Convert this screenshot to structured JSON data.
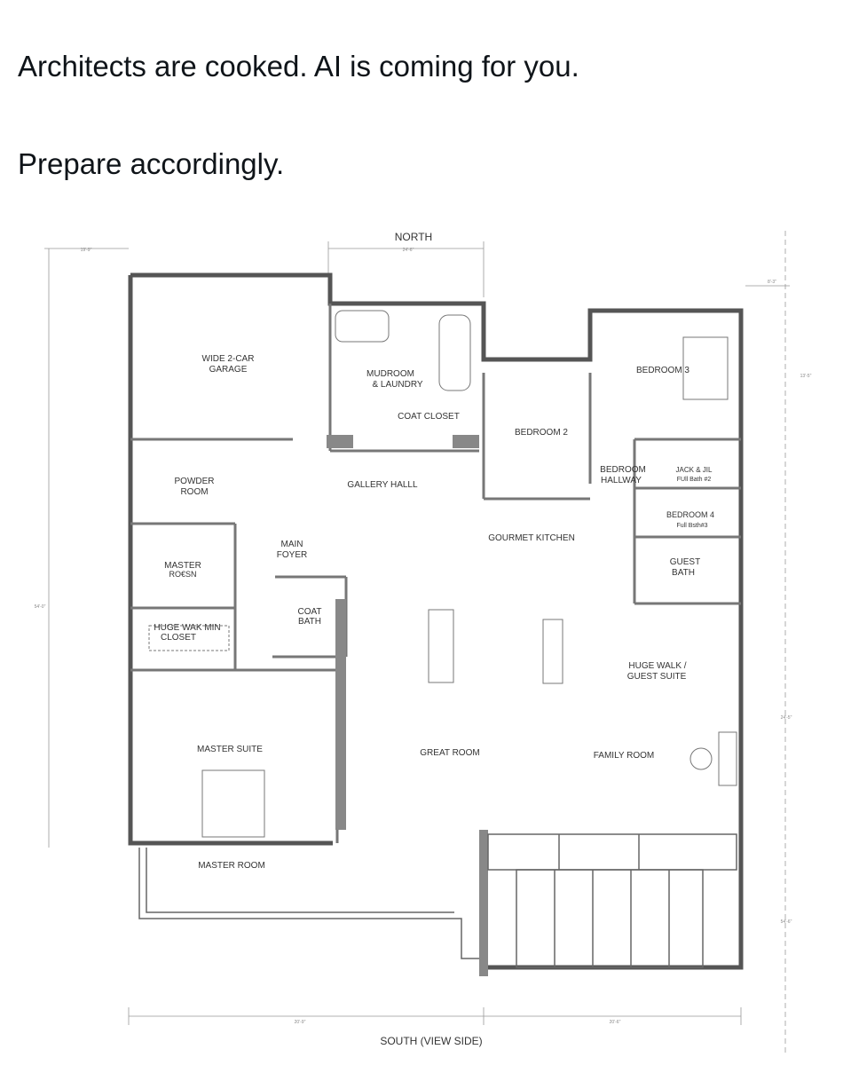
{
  "post": {
    "line1": "Architects are cooked. AI is coming for you.",
    "line2": "Prepare accordingly."
  },
  "plan": {
    "north": "NORTH",
    "south": "SOUTH (VIEW SIDE)",
    "rooms": {
      "garage_1": "WIDE 2-CAR",
      "garage_2": "GARAGE",
      "mudroom_1": "MUDROOM",
      "mudroom_2": "& LAUNDRY",
      "coat_closet": "COAT CLOSET",
      "bedroom2": "BEDROOM 2",
      "bedroom3": "BEDROOM 3",
      "bedroom_hallway_1": "BEDROOM",
      "bedroom_hallway_2": "HALLWAY",
      "jack_jill_1": "JACK & JIL",
      "jack_jill_2": "FUll Bath #2",
      "bedroom4_1": "BEDROOM 4",
      "bedroom4_2": "Full Bsth#3",
      "guest_bath_1": "GUEST",
      "guest_bath_2": "BATH",
      "powder_1": "POWDER",
      "powder_2": "ROOM",
      "gallery": "GALLERY HALLL",
      "gourmet_kitchen": "GOURMET KITCHEN",
      "main_foyer_1": "MAIN",
      "main_foyer_2": "FOYER",
      "master_roksn_1": "MASTER",
      "master_roksn_2": "RO€SN",
      "coat_bath_1": "COAT",
      "coat_bath_2": "BATH",
      "walk_in_1": "HUGE WAK MIN",
      "walk_in_2": "CLOSET",
      "huge_walk_1": "HUGE WALK /",
      "huge_walk_2": "GUEST SUITE",
      "master_suite": "MASTER SUITE",
      "great_room": "GREAT ROOM",
      "family_room": "FAMILY ROOM",
      "master_room": "MASTER ROOM"
    },
    "dimensions": {
      "top_left": "19'-9\"",
      "top_mid": "24'-6\"",
      "right_top": "8'-3\"",
      "right_upper": "13'-5\"",
      "right_mid": "24'-5\"",
      "left_mid": "54'-0\"",
      "right_lower": "54'-6\"",
      "bottom_left": "20'-9\"",
      "bottom_right": "20'-6\""
    }
  }
}
